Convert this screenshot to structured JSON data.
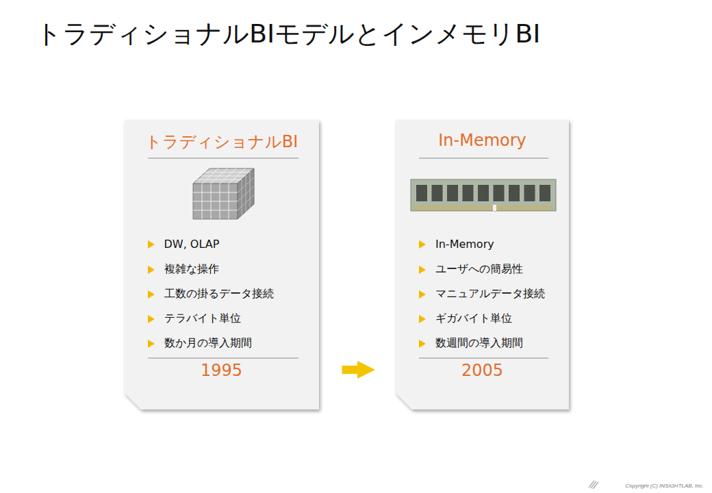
{
  "diagram": {
    "title": "トラディショナルBIモデルとインメモリBI",
    "nodes": [
      {
        "text": [
          "トラディショナルBI",
          "DW, OLAP",
          "複雑な操作",
          "工数の掛るデータ接続",
          "テラバイト単位",
          "数か月の導入期間",
          "1995"
        ]
      },
      {
        "text": [
          "In-Memory",
          "In-Memory",
          "ユーザへの簡易性",
          "マニュアルデータ接続",
          "ギガバイト単位",
          "数週間の導入期間",
          "2005"
        ]
      }
    ],
    "edges": [
      {
        "from": 0,
        "to": 1,
        "arrow": "to"
      }
    ],
    "labels": [
      "Copyright (C) INSIGHTLAB, Inc."
    ]
  }
}
